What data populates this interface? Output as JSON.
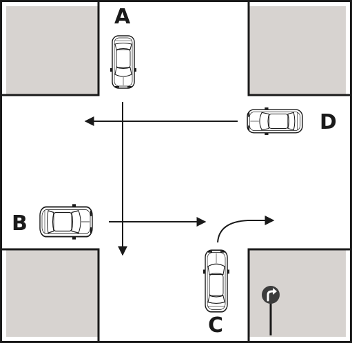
{
  "colors": {
    "block_fill": "#d7d3d0",
    "outline": "#1a1a1a",
    "car_fill": "#ffffff",
    "sign_fill": "#3c3c3c"
  },
  "cars": {
    "a": {
      "label": "A",
      "heading": "down"
    },
    "b": {
      "label": "B",
      "heading": "right"
    },
    "c": {
      "label": "C",
      "heading": "up"
    },
    "d": {
      "label": "D",
      "heading": "left"
    }
  },
  "sign": {
    "icon": "right-turn-only-sign-icon"
  }
}
